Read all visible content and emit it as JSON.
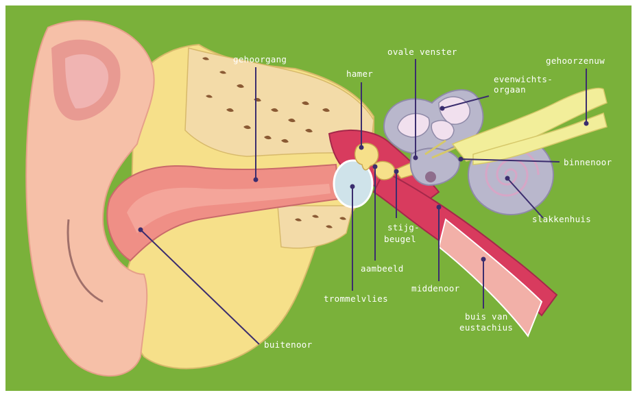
{
  "diagram": {
    "colors": {
      "background": "#7ab13a",
      "frame": "#ffffff",
      "skin": "#f6c0a8",
      "skin_dark": "#e6a08a",
      "bone": "#f6e08a",
      "canal": "#ef8f86",
      "middle_ear": "#d83b5e",
      "inner_ear": "#b9b7cc",
      "nerve": "#f2ee9a",
      "ear_drum": "#cfe3ea",
      "leader": "#3b2d6e",
      "label_text": "#ffffff"
    },
    "labels": {
      "gehoorgang": "gehoorgang",
      "ovale_venster": "ovale venster",
      "gehoorzenuw": "gehoorzenuw",
      "hamer": "hamer",
      "evenwichts_line1": "evenwichts-",
      "evenwichts_line2": "orgaan",
      "binnenoor": "binnenoor",
      "slakkenhuis": "slakkenhuis",
      "stijgbeugel_line1": "stijg-",
      "stijgbeugel_line2": "beugel",
      "aambeeld": "aambeeld",
      "middenoor": "middenoor",
      "trommelvlies": "trommelvlies",
      "buis_line1": "buis van",
      "buis_line2": "eustachius",
      "buitenoor": "buitenoor"
    }
  }
}
